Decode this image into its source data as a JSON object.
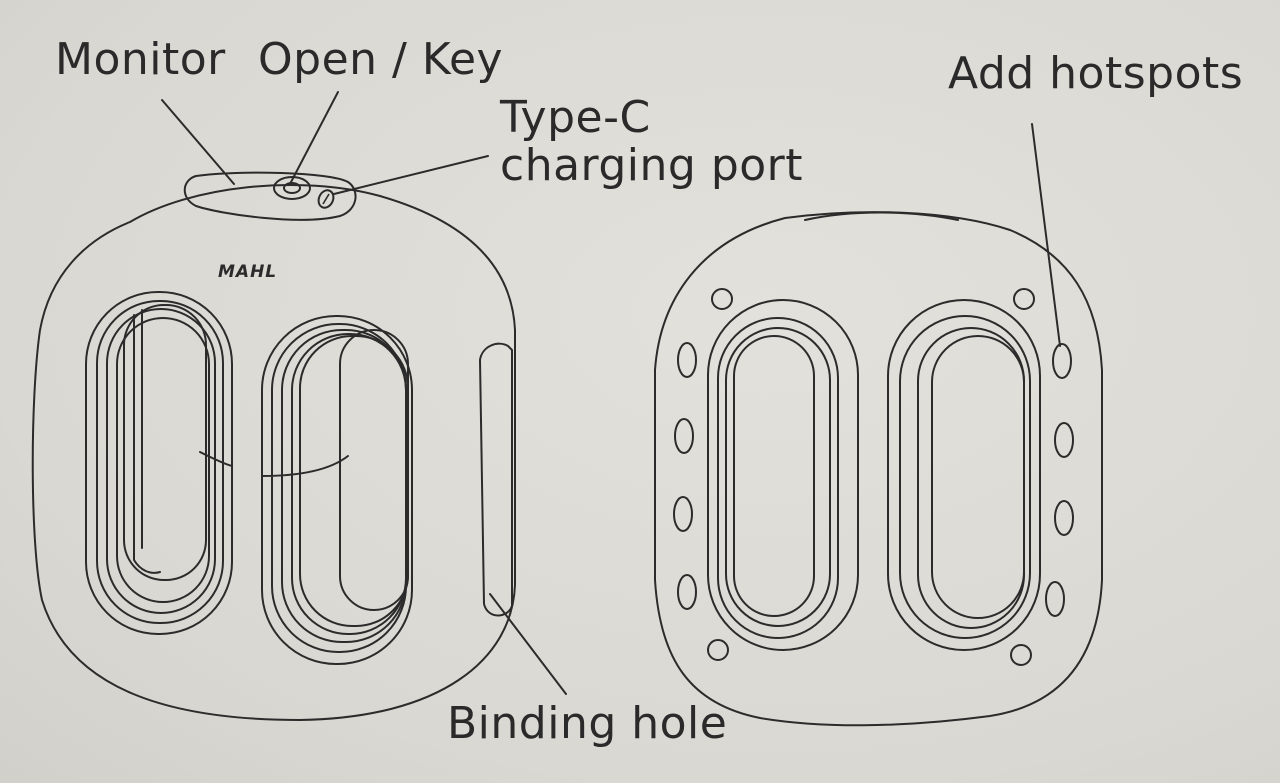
{
  "labels": {
    "monitor": "Monitor",
    "open_key": "Open / Key",
    "type_c_line1": "Type-C",
    "type_c_line2": "charging port",
    "add_hotspots": "Add hotspots",
    "binding_hole": "Binding hole"
  },
  "device": {
    "brand_logo": "MAHL"
  },
  "colors": {
    "line": "#2b2b2b",
    "paper": "#dddbd5"
  }
}
